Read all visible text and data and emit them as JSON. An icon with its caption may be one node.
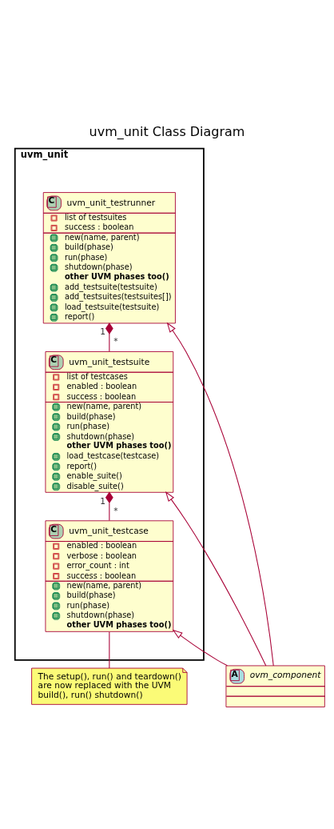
{
  "diagram": {
    "title": "uvm_unit Class Diagram",
    "nodes": [
      {
        "text": [
          "uvm_unit"
        ]
      },
      {
        "text": [
          "C",
          "uvm_unit_testrunner",
          "list of testsuites",
          "success : boolean",
          "new(name, parent)",
          "build(phase)",
          "run(phase)",
          "shutdown(phase)",
          "other UVM phases too()",
          "add_testsuite(testsuite)",
          "add_testsuites(testsuites[])",
          "load_testsuite(testsuite)",
          "report()"
        ],
        "in": 0
      },
      {
        "text": [
          "C",
          "uvm_unit_testsuite",
          "list of testcases",
          "enabled : boolean",
          "success : boolean",
          "new(name, parent)",
          "build(phase)",
          "run(phase)",
          "shutdown(phase)",
          "other UVM phases too()",
          "load_testcase(testcase)",
          "report()",
          "enable_suite()",
          "disable_suite()"
        ],
        "in": 0
      },
      {
        "text": [
          "C",
          "uvm_unit_testcase",
          "enabled : boolean",
          "verbose : boolean",
          "error_count : int",
          "success : boolean",
          "new(name, parent)",
          "build(phase)",
          "run(phase)",
          "shutdown(phase)",
          "other UVM phases too()"
        ],
        "in": 0
      },
      {
        "text": [
          "The setup(), run() and teardown() are now replaced with the UVM build(), run() shutdown()"
        ]
      },
      {
        "text": [
          "A",
          "ovm_component"
        ]
      }
    ],
    "edges": [
      {
        "from": 1,
        "to": 2,
        "arrow": "other"
      },
      {
        "from": 2,
        "to": 3,
        "arrow": "other"
      },
      {
        "from": 5,
        "to": 1,
        "arrow": "to"
      },
      {
        "from": 5,
        "to": 2,
        "arrow": "to"
      },
      {
        "from": 5,
        "to": 3,
        "arrow": "to"
      },
      {
        "from": 3,
        "to": 4,
        "arrow": "none"
      }
    ],
    "labels": [
      "1",
      "*",
      "1",
      "*"
    ]
  }
}
